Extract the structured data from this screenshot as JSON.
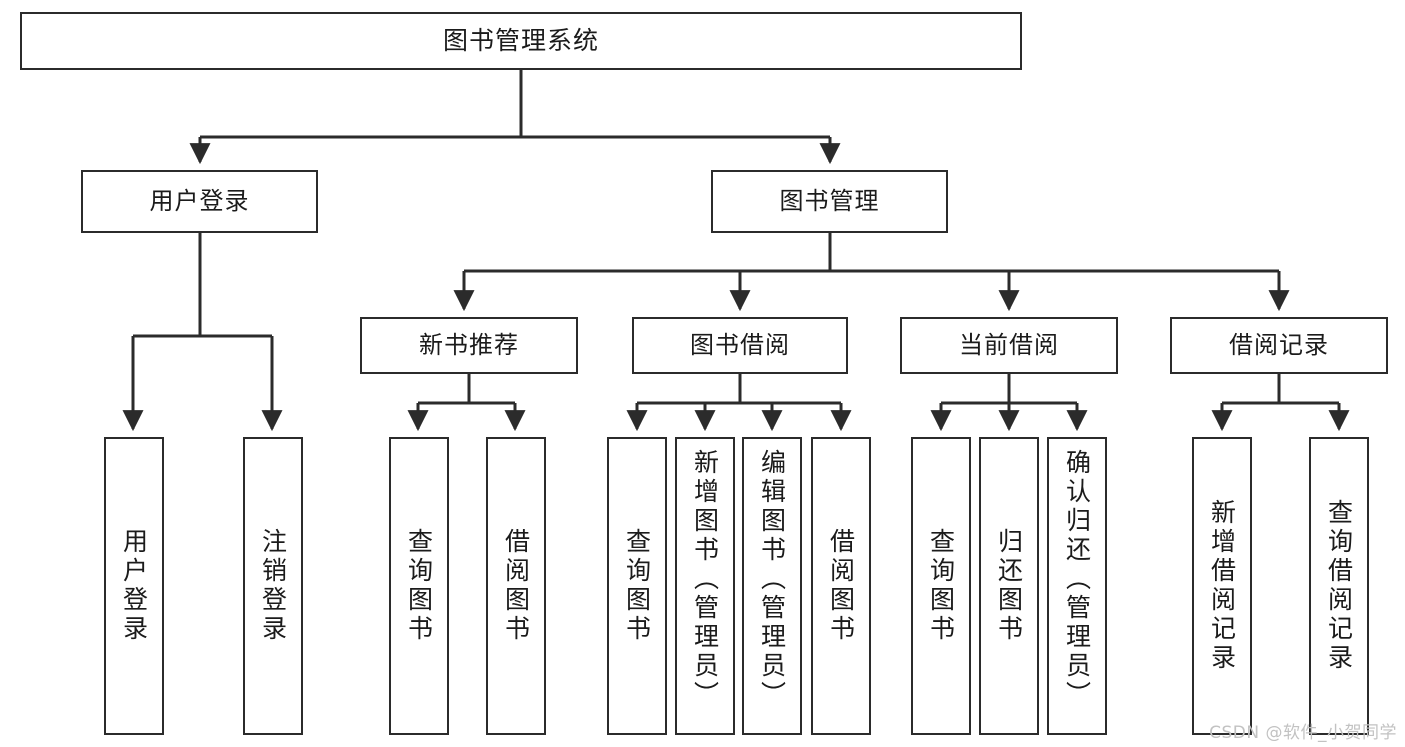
{
  "diagram": {
    "title_node": {
      "label": "图书管理系统"
    },
    "level1": [
      {
        "id": "user-login",
        "label": "用户登录"
      },
      {
        "id": "book-management",
        "label": "图书管理"
      }
    ],
    "level2": [
      {
        "id": "new-book-recommend",
        "label": "新书推荐"
      },
      {
        "id": "book-borrow",
        "label": "图书借阅"
      },
      {
        "id": "current-borrow",
        "label": "当前借阅"
      },
      {
        "id": "borrow-record",
        "label": "借阅记录"
      }
    ],
    "leaves": [
      {
        "id": "leaf-user-login",
        "label": "用户登录",
        "parent": "user-login"
      },
      {
        "id": "leaf-logout-login",
        "label": "注销登录",
        "parent": "user-login"
      },
      {
        "id": "leaf-query-book-1",
        "label": "查询图书",
        "parent": "new-book-recommend"
      },
      {
        "id": "leaf-borrow-book-1",
        "label": "借阅图书",
        "parent": "new-book-recommend"
      },
      {
        "id": "leaf-query-book-2",
        "label": "查询图书",
        "parent": "book-borrow"
      },
      {
        "id": "leaf-add-book",
        "label": "新增图书（管理员）",
        "parent": "book-borrow"
      },
      {
        "id": "leaf-edit-book",
        "label": "编辑图书（管理员）",
        "parent": "book-borrow"
      },
      {
        "id": "leaf-borrow-book-2",
        "label": "借阅图书",
        "parent": "book-borrow"
      },
      {
        "id": "leaf-query-book-3",
        "label": "查询图书",
        "parent": "current-borrow"
      },
      {
        "id": "leaf-return-book",
        "label": "归还图书",
        "parent": "current-borrow"
      },
      {
        "id": "leaf-confirm-return",
        "label": "确认归还（管理员）",
        "parent": "current-borrow"
      },
      {
        "id": "leaf-add-record",
        "label": "新增借阅记录",
        "parent": "borrow-record"
      },
      {
        "id": "leaf-query-record",
        "label": "查询借阅记录",
        "parent": "borrow-record"
      }
    ],
    "watermark": "CSDN @软件_小贺同学",
    "colors": {
      "stroke": "#2b2b2b",
      "fill": "#ffffff",
      "text": "#1b1b1b",
      "watermark": "#c2c2c2"
    }
  }
}
